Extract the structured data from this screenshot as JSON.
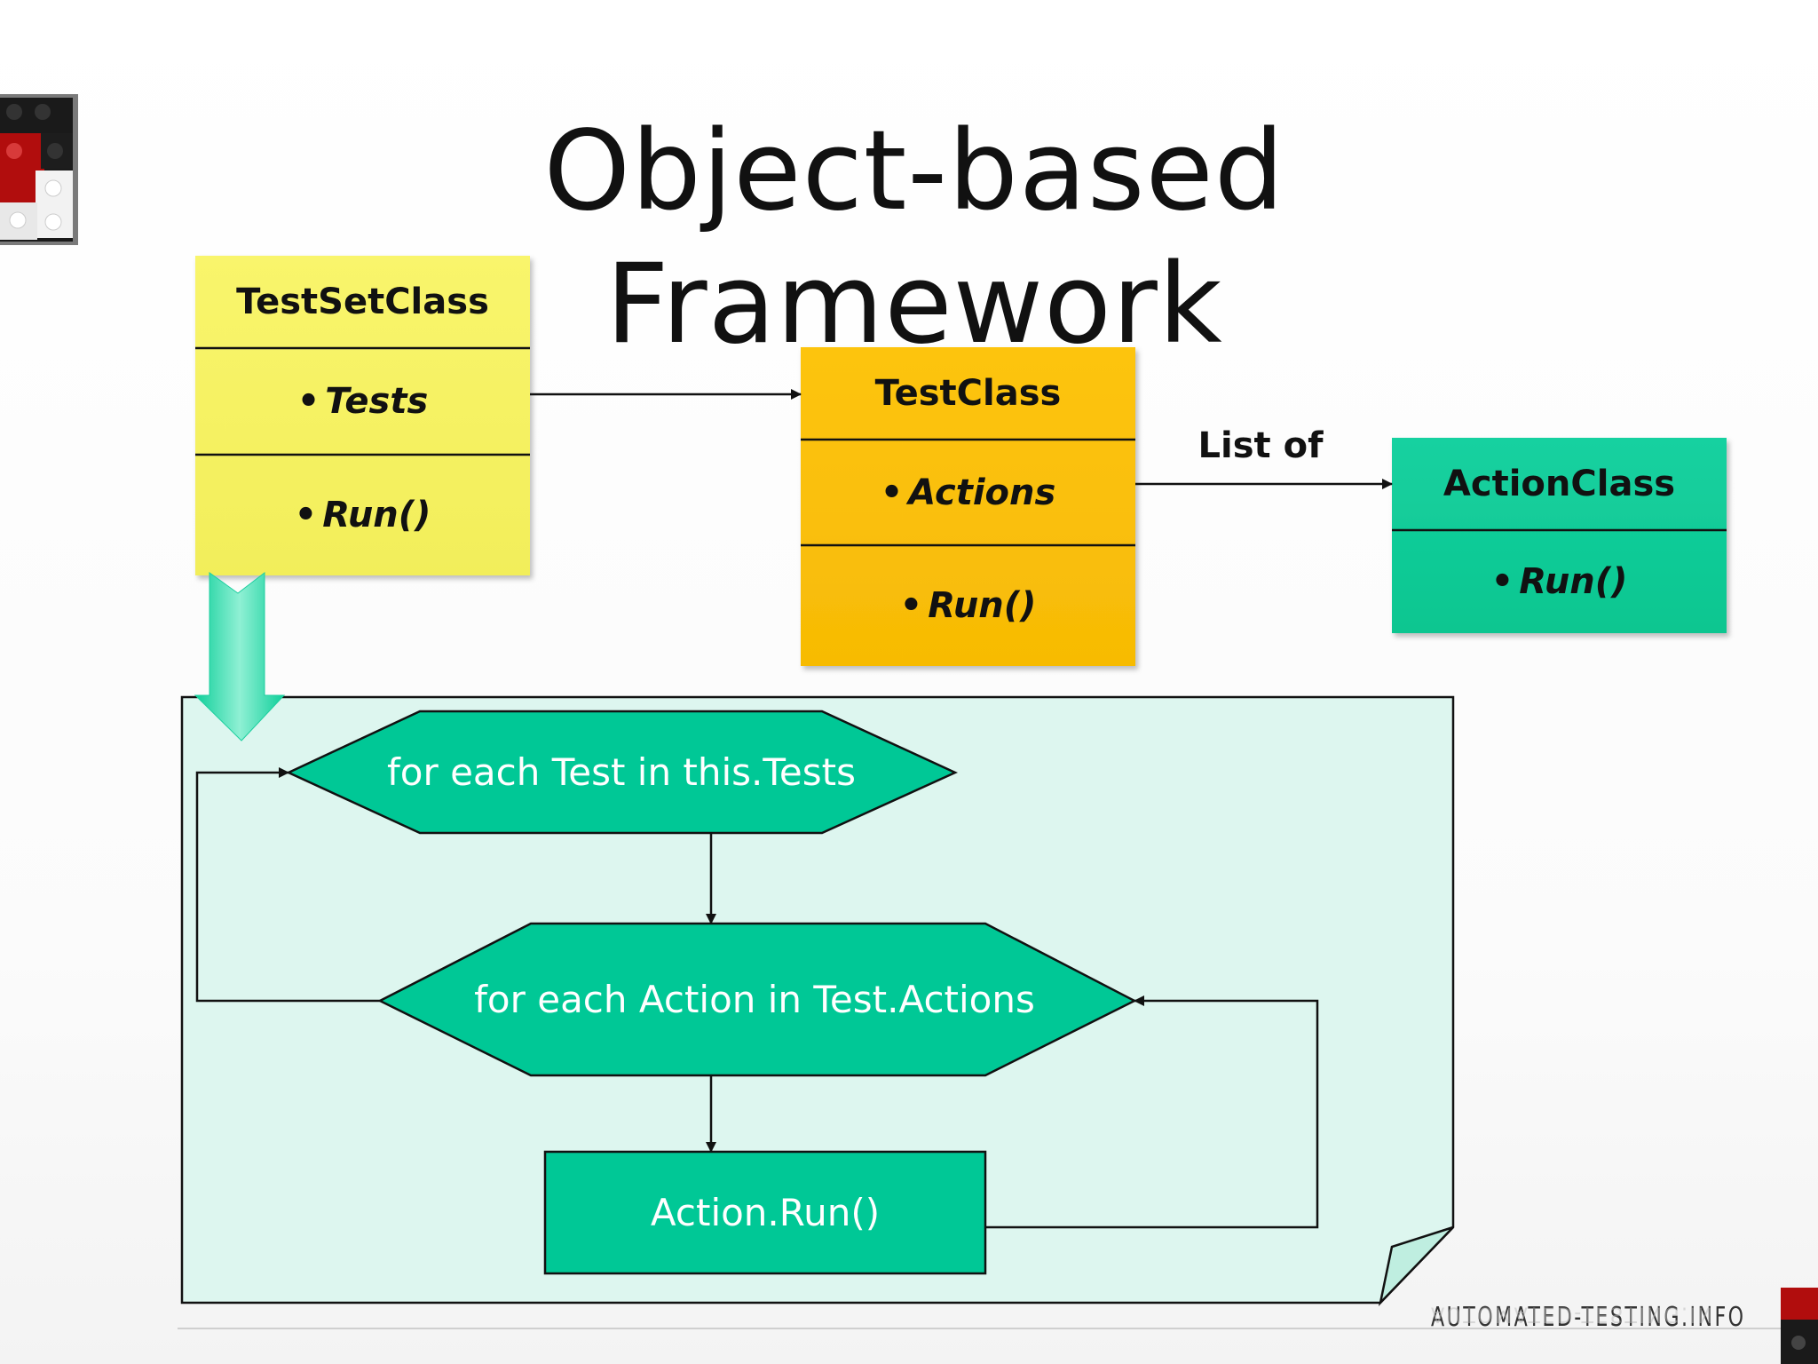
{
  "slide": {
    "title": "Object-based Framework"
  },
  "classes": {
    "testset": {
      "name": "TestSetClass",
      "bullet": "•",
      "members": [
        "Tests",
        "Run()"
      ],
      "color": "#f5f264"
    },
    "test": {
      "name": "TestClass",
      "bullet": "•",
      "members": [
        "Actions",
        "Run()"
      ],
      "color": "#fbbf0a"
    },
    "action": {
      "name": "ActionClass",
      "bullet": "•",
      "members": [
        "Run()"
      ],
      "color": "#11cc96"
    }
  },
  "relation_label": "List of",
  "flow": {
    "loop_tests": "for each Test in this.Tests",
    "loop_actions": "for each Action in Test.Actions",
    "action_run": "Action.Run()",
    "panel_color": "#ddf6ef",
    "node_color": "#00c896"
  },
  "branding": {
    "text": "AUTOMATED-TESTING.INFO",
    "logo_icon": "lego-bricks-icon"
  }
}
